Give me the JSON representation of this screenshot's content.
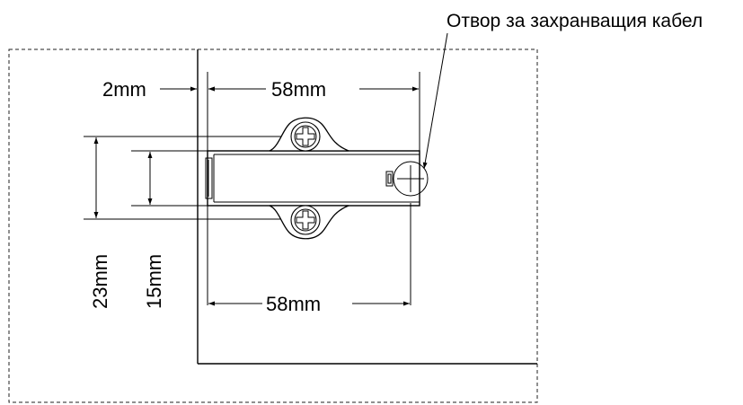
{
  "labels": {
    "gap": "2mm",
    "top_width": "58mm",
    "bottom_width": "58mm",
    "outer_height": "23mm",
    "inner_height": "15mm",
    "callout": "Отвор за захранващия кабел"
  },
  "colors": {
    "line": "#000000",
    "background": "#ffffff"
  },
  "icons": {
    "screw_top": "phillips-screw-icon",
    "screw_bottom": "phillips-screw-icon",
    "cable_hole": "cable-hole-icon"
  }
}
